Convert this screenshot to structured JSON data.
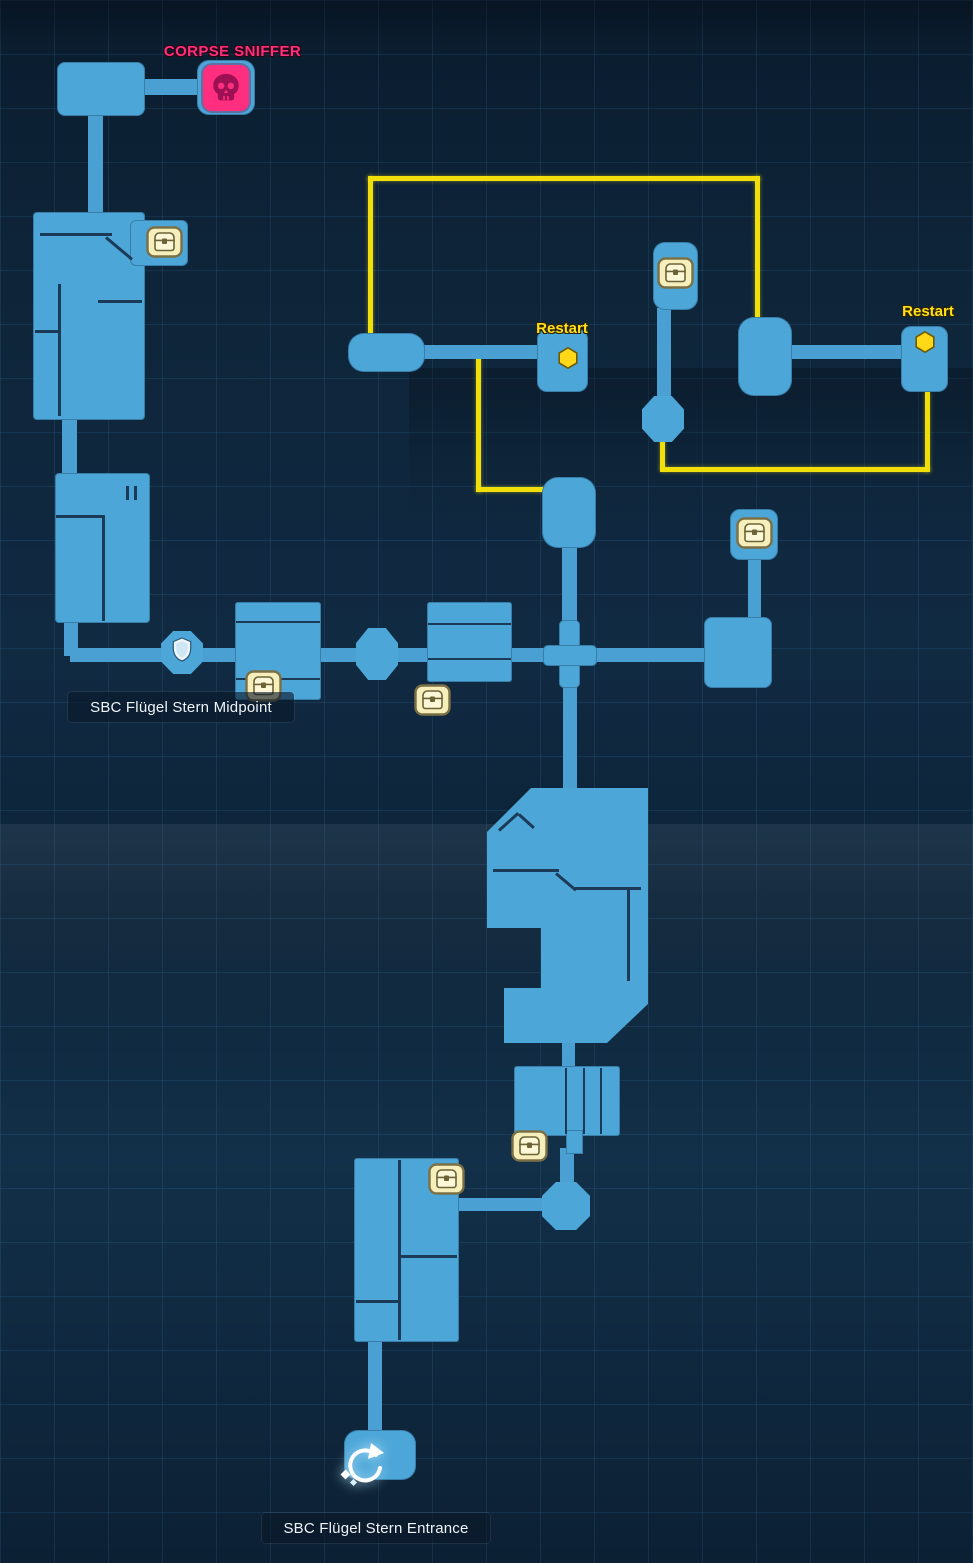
{
  "labels": {
    "boss": "CORPSE SNIFFER",
    "restart": "Restart",
    "midpoint": "SBC Flügel Stern Midpoint",
    "entrance": "SBC Flügel Stern Entrance"
  },
  "markers": {
    "boss": {
      "icon": "skull-icon",
      "count": 1
    },
    "restart_points": {
      "icon": "hexagon-icon",
      "count": 2
    },
    "treasure_chests": {
      "icon": "chest-icon",
      "count": 7
    },
    "guard": {
      "icon": "shield-icon",
      "count": 1
    },
    "fast_travel": {
      "icon": "teleport-icon",
      "count": 1
    }
  },
  "colors": {
    "background_navy": "#0e2438",
    "grid_line": "#5ab4ff",
    "room_blue": "#4da6d8",
    "route_yellow": "#f1df0c",
    "boss_pink": "#ff2e7e",
    "restart_yellow": "#ffe01a",
    "chest_cream": "#f6efbb",
    "label_white": "#eef4f8"
  }
}
